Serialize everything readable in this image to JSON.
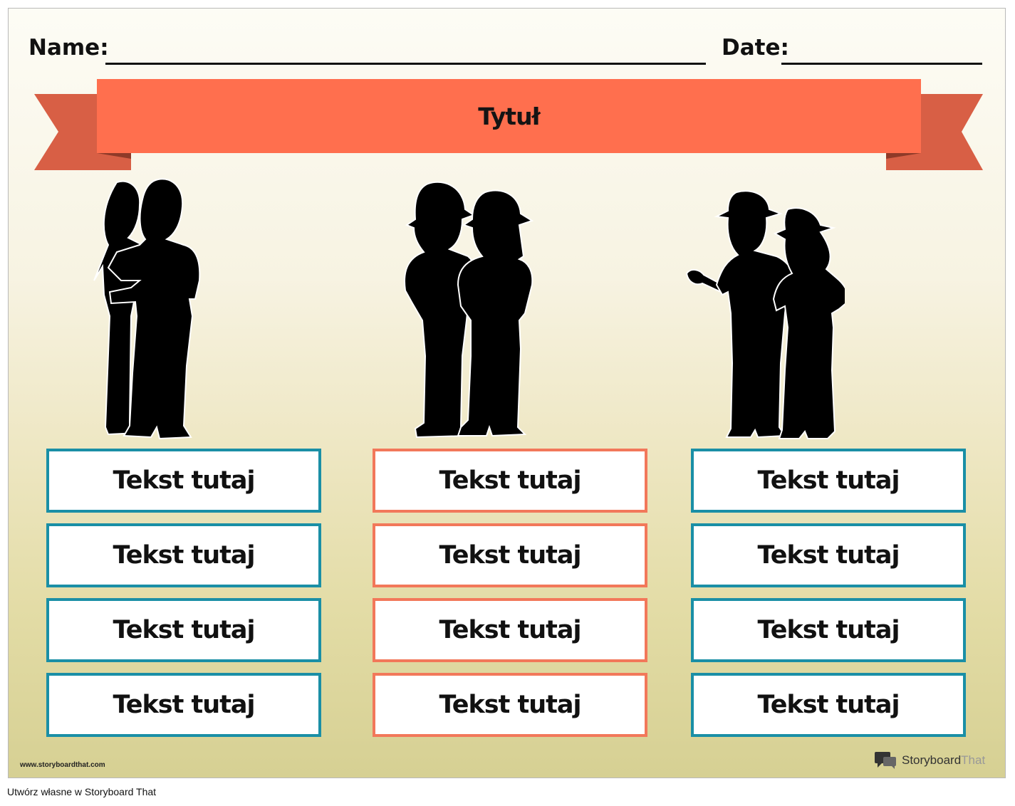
{
  "header": {
    "name_label": "Name:",
    "date_label": "Date:"
  },
  "banner": {
    "title": "Tytuł",
    "fill_color": "#ff6f4e",
    "tail_color": "#d85f45"
  },
  "columns": [
    {
      "border_color": "#1a8fa6",
      "figure": "pair-hugging-silhouette-icon",
      "boxes": [
        "Tekst tutaj",
        "Tekst tutaj",
        "Tekst tutaj",
        "Tekst tutaj"
      ]
    },
    {
      "border_color": "#f2785a",
      "figure": "pair-standing-hats-silhouette-icon",
      "boxes": [
        "Tekst tutaj",
        "Tekst tutaj",
        "Tekst tutaj",
        "Tekst tutaj"
      ]
    },
    {
      "border_color": "#1a8fa6",
      "figure": "pair-rangers-silhouette-icon",
      "boxes": [
        "Tekst tutaj",
        "Tekst tutaj",
        "Tekst tutaj",
        "Tekst tutaj"
      ]
    }
  ],
  "watermark": {
    "site": "www.storyboardthat.com",
    "brand_a": "Storyboard",
    "brand_b": "That"
  },
  "footer": {
    "text": "Utwórz własne w Storyboard That"
  }
}
